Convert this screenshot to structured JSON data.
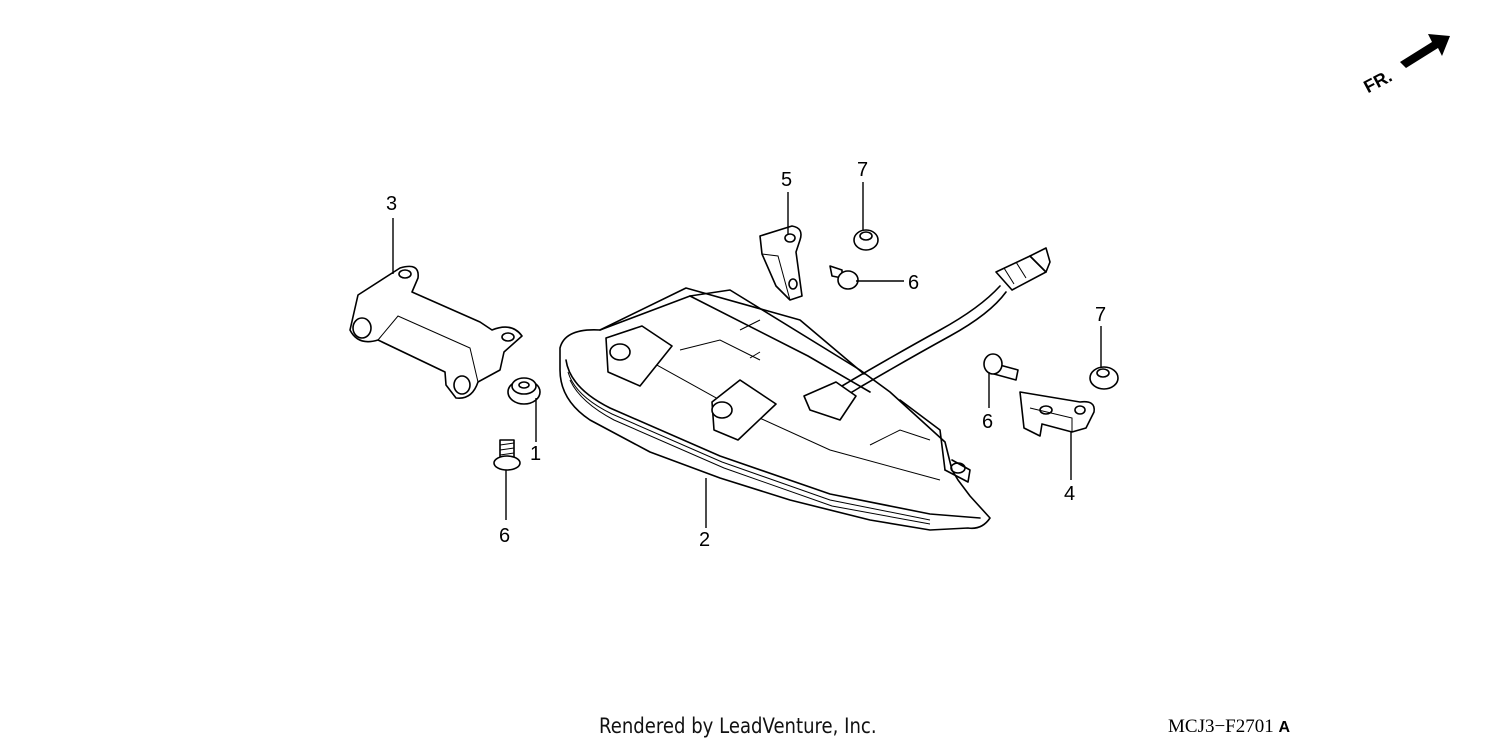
{
  "diagram": {
    "orientation_label": "FR.",
    "callouts": {
      "c1": "1",
      "c2": "2",
      "c3": "3",
      "c4": "4",
      "c5": "5",
      "c6a": "6",
      "c6b": "6",
      "c6c": "6",
      "c7a": "7",
      "c7b": "7"
    }
  },
  "footer": {
    "credit": "Rendered by LeadVenture, Inc.",
    "diagram_code": "MCJ3−F2701",
    "diagram_code_suffix": "A"
  }
}
